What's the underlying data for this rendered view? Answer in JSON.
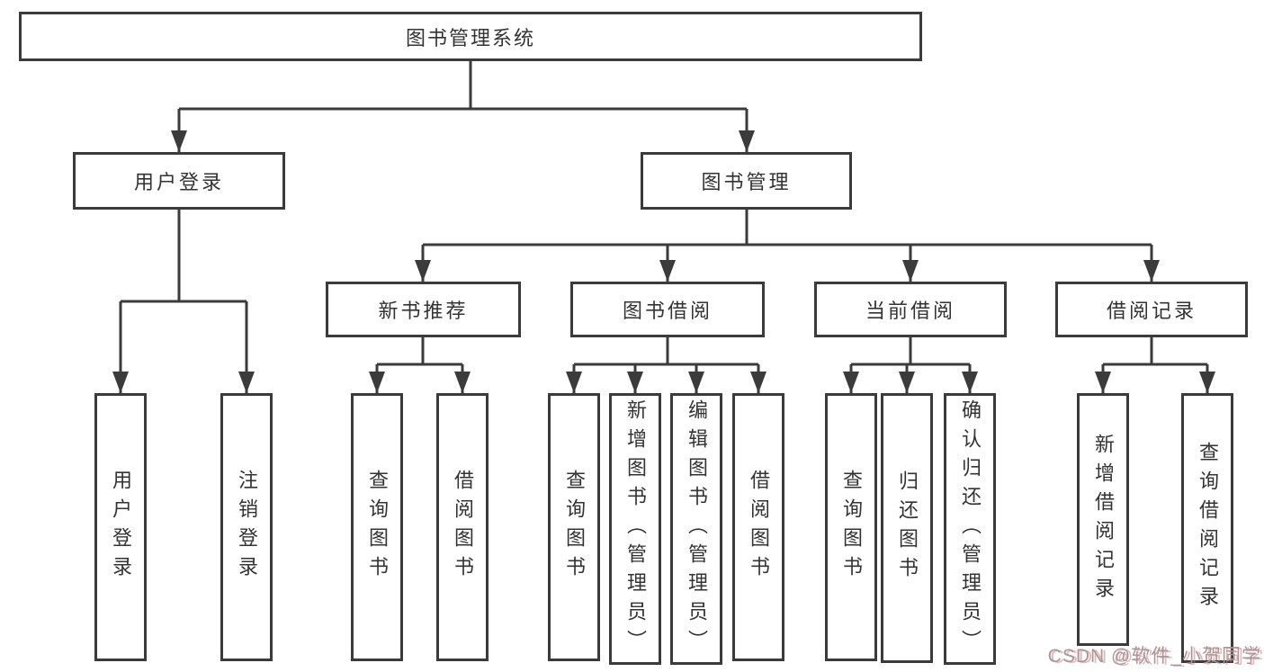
{
  "diagram": {
    "type": "tree",
    "orientation": "top-down",
    "colors": {
      "background": "#ffffff",
      "box_border": "#3b3b3b",
      "connector": "#3b3b3b",
      "text": "#333333",
      "watermark_gray": "#9c9c9c",
      "watermark_red_shadow": "#e87070"
    },
    "tree": {
      "root": {
        "label": "图书管理系统",
        "children": [
          {
            "label": "用户登录",
            "children": [
              {
                "label": "用户登录"
              },
              {
                "label": "注销登录"
              }
            ]
          },
          {
            "label": "图书管理",
            "children": [
              {
                "label": "新书推荐",
                "children": [
                  {
                    "label": "查询图书"
                  },
                  {
                    "label": "借阅图书"
                  }
                ]
              },
              {
                "label": "图书借阅",
                "children": [
                  {
                    "label": "查询图书"
                  },
                  {
                    "label": "新增图书（管理员）"
                  },
                  {
                    "label": "编辑图书（管理员）"
                  },
                  {
                    "label": "借阅图书"
                  }
                ]
              },
              {
                "label": "当前借阅",
                "children": [
                  {
                    "label": "查询图书"
                  },
                  {
                    "label": "归还图书"
                  },
                  {
                    "label": "确认归还（管理员）"
                  }
                ]
              },
              {
                "label": "借阅记录",
                "children": [
                  {
                    "label": "新增借阅记录"
                  },
                  {
                    "label": "查询借阅记录"
                  }
                ]
              }
            ]
          }
        ]
      }
    },
    "watermark": {
      "text": "CSDN @软件_小贺同学"
    }
  }
}
